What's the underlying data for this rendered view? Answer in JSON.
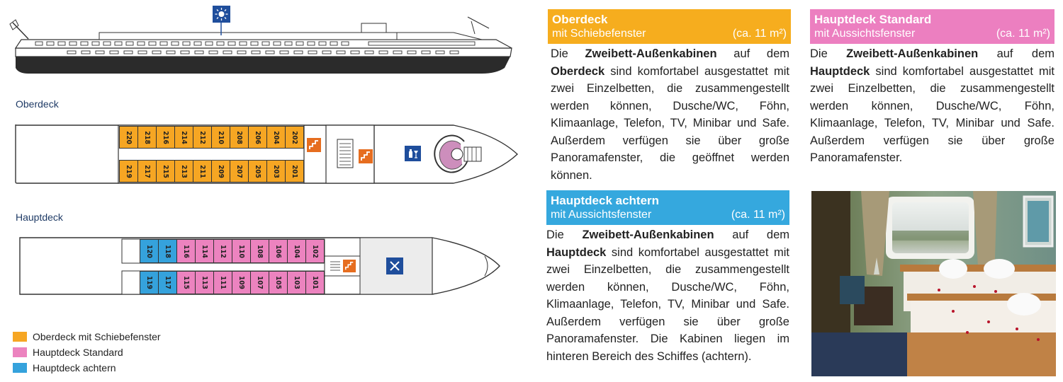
{
  "decks": {
    "oberdeck_label": "Oberdeck",
    "hauptdeck_label": "Hauptdeck",
    "oberdeck_top": [
      "220",
      "218",
      "216",
      "214",
      "212",
      "210",
      "208",
      "206",
      "204",
      "202"
    ],
    "oberdeck_bottom": [
      "219",
      "217",
      "215",
      "213",
      "211",
      "209",
      "207",
      "205",
      "203",
      "201"
    ],
    "hauptdeck_top": [
      {
        "num": "120",
        "cat": "blue"
      },
      {
        "num": "118",
        "cat": "blue"
      },
      {
        "num": "116",
        "cat": "pink"
      },
      {
        "num": "114",
        "cat": "pink"
      },
      {
        "num": "112",
        "cat": "pink"
      },
      {
        "num": "110",
        "cat": "pink"
      },
      {
        "num": "108",
        "cat": "pink"
      },
      {
        "num": "106",
        "cat": "pink"
      },
      {
        "num": "104",
        "cat": "pink"
      },
      {
        "num": "102",
        "cat": "pink"
      }
    ],
    "hauptdeck_bottom": [
      {
        "num": "119",
        "cat": "blue"
      },
      {
        "num": "117",
        "cat": "blue"
      },
      {
        "num": "115",
        "cat": "pink"
      },
      {
        "num": "113",
        "cat": "pink"
      },
      {
        "num": "111",
        "cat": "pink"
      },
      {
        "num": "109",
        "cat": "pink"
      },
      {
        "num": "107",
        "cat": "pink"
      },
      {
        "num": "105",
        "cat": "pink"
      },
      {
        "num": "103",
        "cat": "pink"
      },
      {
        "num": "101",
        "cat": "pink"
      }
    ]
  },
  "legend": [
    {
      "label": "Oberdeck mit Schiebefenster",
      "color": "#f6a623"
    },
    {
      "label": "Hauptdeck Standard",
      "color": "#ec83bf"
    },
    {
      "label": "Hauptdeck achtern",
      "color": "#35a2dc"
    }
  ],
  "panels": {
    "oberdeck": {
      "title": "Oberdeck",
      "subtitle": "mit Schiebefenster",
      "size": "(ca. 11 m²)",
      "t1": "Die ",
      "b1": "Zweibett-Außenkabinen",
      "t2": " auf dem ",
      "b2": "Oberdeck",
      "t3": " sind komfortabel ausgestattet mit zwei Einzelbetten, die zusammengestellt werden können, Dusche/WC, Föhn, Klimaanlage, Telefon, TV, Minibar und Safe. Außerdem verfügen sie über große Panoramafenster, die geöffnet werden können."
    },
    "hauptdeck_standard": {
      "title": "Hauptdeck Standard",
      "subtitle": "mit Aussichtsfenster",
      "size": "(ca. 11 m²)",
      "t1": "Die ",
      "b1": "Zweibett-Außenkabinen",
      "t2": " auf dem ",
      "b2": "Hauptdeck",
      "t3": " sind komfortabel ausgestattet mit zwei Einzelbetten, die zusammengestellt werden können, Dusche/WC, Föhn, Klimaanlage, Telefon, TV, Minibar und Safe. Außerdem verfügen sie über große Panoramafenster."
    },
    "hauptdeck_achtern": {
      "title": "Hauptdeck achtern",
      "subtitle": "mit Aussichtsfenster",
      "size": "(ca. 11 m²)",
      "t1": "Die ",
      "b1": "Zweibett-Außenkabinen",
      "t2": " auf dem ",
      "b2": "Hauptdeck",
      "t3": " sind komfortabel ausgestattet mit zwei Einzelbetten, die zusammengestellt werden können, Dusche/WC, Föhn, Klimaanlage, Telefon, TV, Minibar und Safe. Außerdem verfügen sie über große Panoramafenster. Die Kabinen liegen im hinteren Bereich des Schiffes (achtern)."
    }
  },
  "icons": {
    "sundeck": "sun-icon",
    "stairs": "stairs-icon",
    "bar": "bar-icon",
    "restaurant": "restaurant-icon",
    "reception": "reception-icon"
  }
}
